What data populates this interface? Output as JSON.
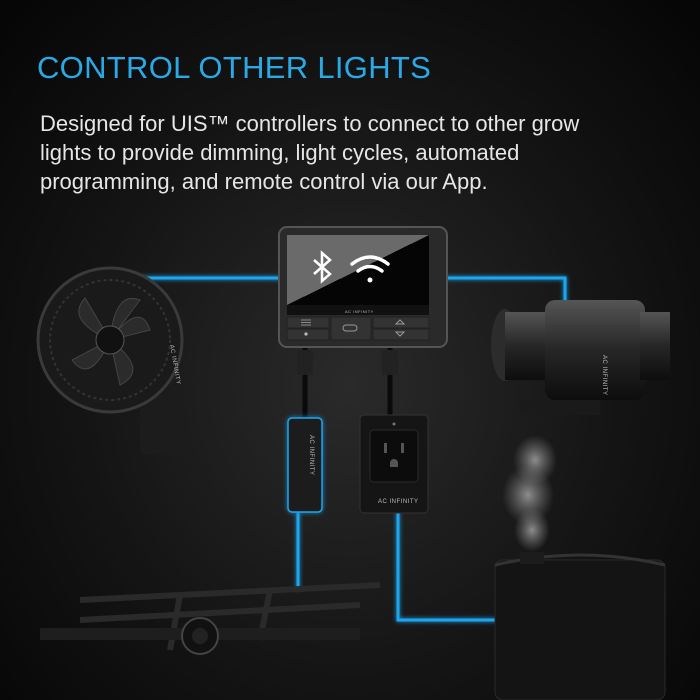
{
  "header": {
    "title": "CONTROL OTHER LIGHTS",
    "description_lines": [
      "Designed for UIS™ controllers to connect to other grow",
      "lights to provide dimming, light cycles, automated",
      "programming, and remote control via our App."
    ]
  },
  "products": {
    "controller": {
      "brand": "AC INFINITY",
      "icons": [
        "bluetooth-icon",
        "wifi-icon"
      ]
    },
    "adapter": {
      "brand": "AC INFINITY"
    },
    "outlet": {
      "brand": "AC INFINITY"
    },
    "duct_fan": {
      "brand": "AC INFINITY"
    },
    "clip_fan": {
      "brand": "AC INFINITY"
    }
  },
  "colors": {
    "accent": "#2aa9e6",
    "connection_line": "#1fa6f0",
    "background": "#141414"
  }
}
